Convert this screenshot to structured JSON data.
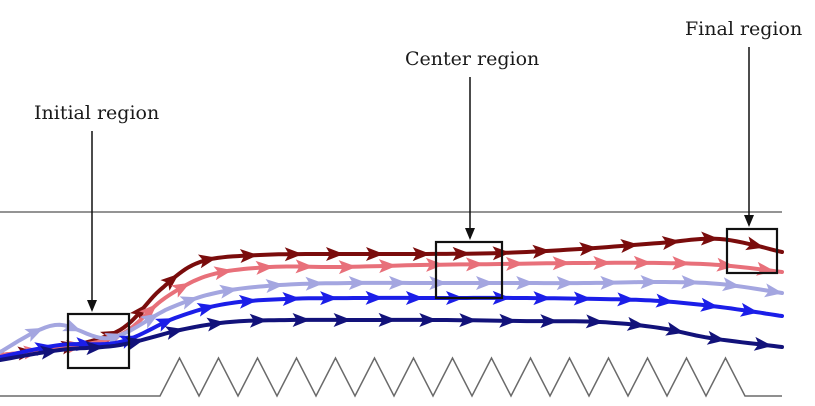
{
  "labels": {
    "initial": "Initial region",
    "center": "Center region",
    "final": "Final region"
  },
  "colors": {
    "dark_red": "#7a0c0c",
    "light_red": "#e8707a",
    "light_blue": "#a4a6e0",
    "blue": "#1b1ee8",
    "navy": "#12127a",
    "outline": "#707070",
    "box": "#111111"
  },
  "streamlines": [
    {
      "name": "dark-red-streamline",
      "color_key": "dark_red"
    },
    {
      "name": "light-red-streamline",
      "color_key": "light_red"
    },
    {
      "name": "light-blue-streamline",
      "color_key": "light_blue"
    },
    {
      "name": "blue-streamline",
      "color_key": "blue"
    },
    {
      "name": "navy-streamline",
      "color_key": "navy"
    }
  ]
}
